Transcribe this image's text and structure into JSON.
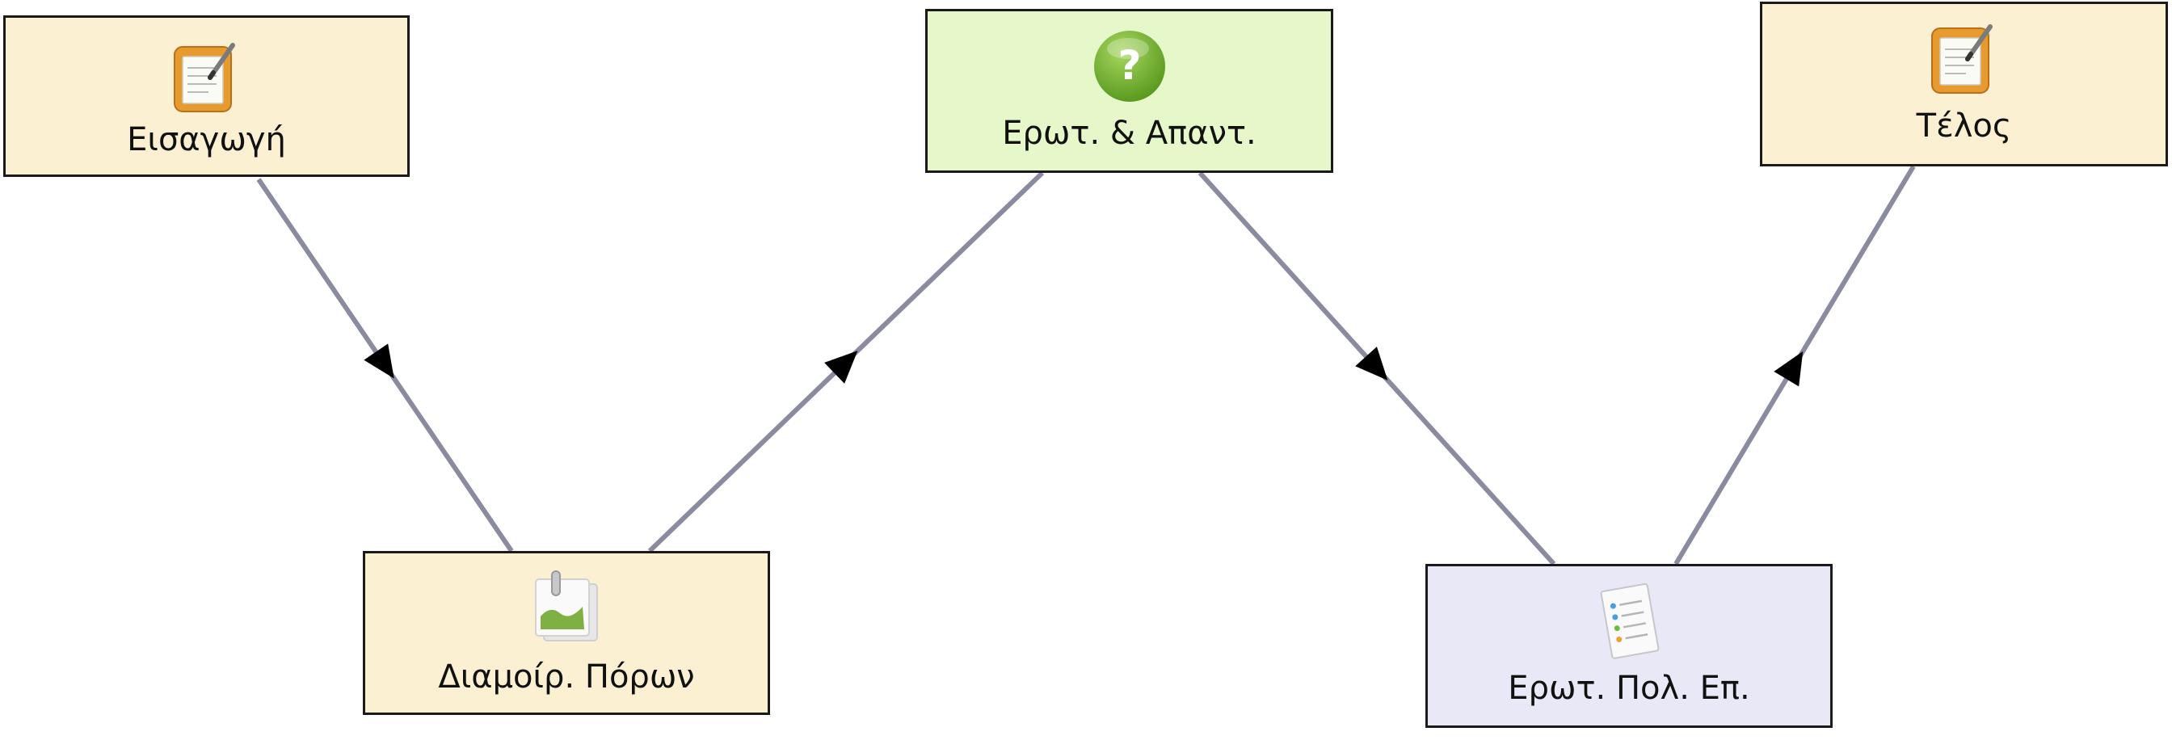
{
  "diagram": {
    "colors": {
      "connector": "#8a8ba0",
      "arrowhead": "#000000",
      "border": "#1a1a1a",
      "tan_fill": "#fcf0d3",
      "green_fill": "#e6f8c9",
      "lavender_fill": "#e8e8f6"
    },
    "nodes": [
      {
        "id": "intro",
        "label": "Εισαγωγή",
        "icon": "clipboard-icon",
        "fill": "#fcf0d3"
      },
      {
        "id": "share",
        "label": "Διαμοίρ. Πόρων",
        "icon": "image-resource-icon",
        "fill": "#fcf0d3"
      },
      {
        "id": "qa",
        "label": "Ερωτ. & Απαντ.",
        "icon": "question-icon",
        "fill": "#e6f8c9"
      },
      {
        "id": "mcq",
        "label": "Ερωτ. Πολ. Επ.",
        "icon": "list-document-icon",
        "fill": "#e8e8f6"
      },
      {
        "id": "end",
        "label": "Τέλος",
        "icon": "clipboard-icon",
        "fill": "#fcf0d3"
      }
    ],
    "edges": [
      {
        "from": "intro",
        "to": "share"
      },
      {
        "from": "share",
        "to": "qa"
      },
      {
        "from": "qa",
        "to": "mcq"
      },
      {
        "from": "mcq",
        "to": "end"
      }
    ]
  }
}
